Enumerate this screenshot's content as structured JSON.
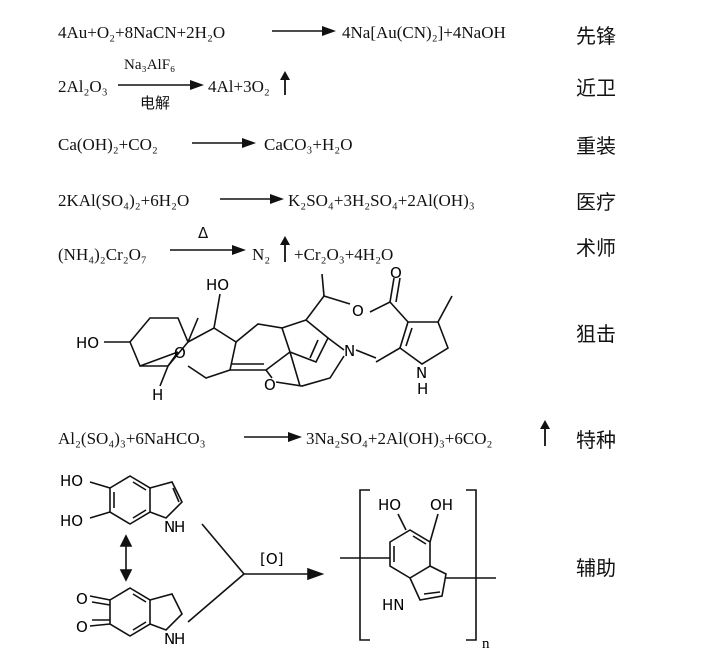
{
  "reactions": [
    {
      "left": "4Au+O₂+8NaCN+2H₂O",
      "right": "4Na[Au(CN)₂]+4NaOH",
      "label": "先锋"
    },
    {
      "left": "2Al₂O₃",
      "cond_top": "Na₃AlF₆",
      "cond_bottom": "电解",
      "right": "4Al+3O₂",
      "label": "近卫"
    },
    {
      "left": "Ca(OH)₂+CO₂",
      "right": "CaCO₃+H₂O",
      "label": "重装"
    },
    {
      "left": "2KAl(SO₄)₂+6H₂O",
      "right": "K₂SO₄+3H₂SO₄+2Al(OH)₃",
      "label": "医疗"
    },
    {
      "left": "(NH₄)₂Cr₂O₇",
      "cond_top": "Δ",
      "right_a": "N₂",
      "right_b": "+Cr₂O₃+4H₂O",
      "label": "术师"
    },
    {
      "label": "狙击",
      "struct_labels": {
        "oh_top": "HO",
        "oh_left": "HO",
        "o_bridge": "O",
        "h": "H",
        "n_methyl": "N",
        "o_ring": "O",
        "o_ester": "O",
        "o_carbonyl": "O",
        "nh": "N",
        "nh_h": "H"
      }
    },
    {
      "left": "Al₂(SO₄)₃+6NaHCO₃",
      "right": "3Na₂SO₄+2Al(OH)₃+6CO₂",
      "label": "特种"
    },
    {
      "label": "辅助",
      "oxidant": "[O]",
      "repeat": "n",
      "struct_labels": {
        "ho1": "HO",
        "ho2": "HO",
        "nh1": "N",
        "h1": "H",
        "o1": "O",
        "o2": "O",
        "nh2": "N",
        "h2": "H",
        "poh1": "HO",
        "poh2": "OH",
        "pn": "HN"
      }
    }
  ]
}
